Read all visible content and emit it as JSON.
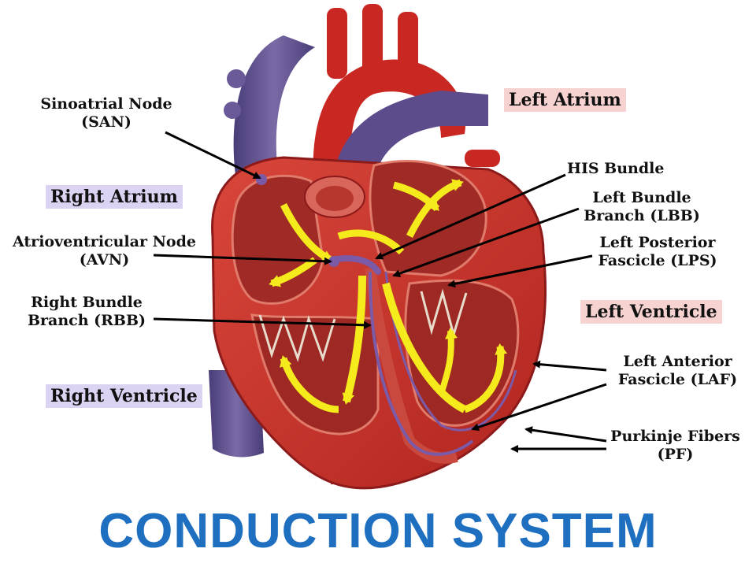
{
  "title": "CONDUCTION SYSTEM",
  "regions": {
    "right_atrium": "Right Atrium",
    "right_ventricle": "Right Ventricle",
    "left_atrium": "Left Atrium",
    "left_ventricle": "Left Ventricle"
  },
  "labels": {
    "san": [
      "Sinoatrial Node",
      "(SAN)"
    ],
    "avn": [
      "Atrioventricular Node",
      "(AVN)"
    ],
    "rbb": [
      "Right Bundle",
      "Branch (RBB)"
    ],
    "his": [
      "HIS Bundle"
    ],
    "lbb": [
      "Left Bundle",
      "Branch (LBB)"
    ],
    "lps": [
      "Left Posterior",
      "Fascicle (LPS)"
    ],
    "laf": [
      "Left Anterior",
      "Fascicle (LAF)"
    ],
    "pf": [
      "Purkinje Fibers",
      "(PF)"
    ]
  },
  "colors": {
    "title": "#1f6fc0",
    "heart_red": "#c8302a",
    "heart_dark": "#8c1a1a",
    "vessel_red": "#cf2a25",
    "vein_purple": "#5b4b8a",
    "chamber": "#a32b27",
    "conduction_yellow": "#f5ea1c",
    "purkinje_purple": "#7b5aa8",
    "label_lavender": "#dcd3f3",
    "label_pink": "#f6d2d0"
  }
}
